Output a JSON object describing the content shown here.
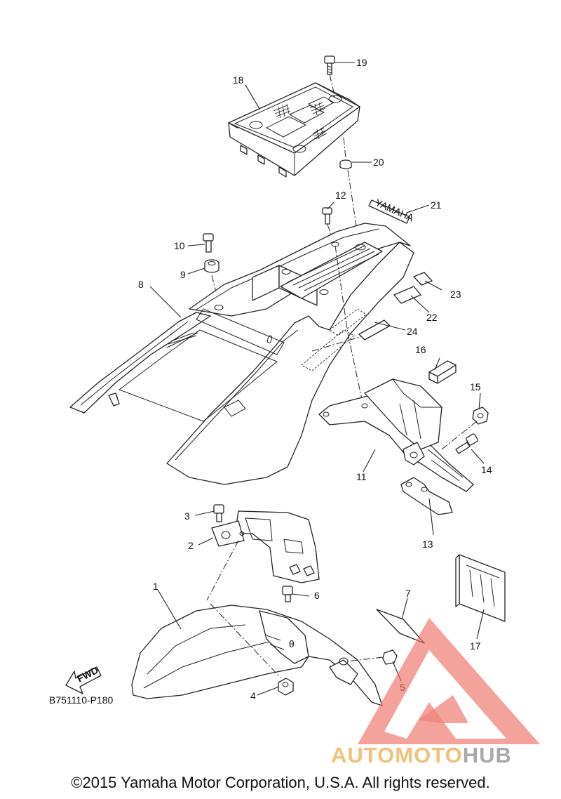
{
  "parts": [
    {
      "ref": "1"
    },
    {
      "ref": "2"
    },
    {
      "ref": "3"
    },
    {
      "ref": "4"
    },
    {
      "ref": "5"
    },
    {
      "ref": "6"
    },
    {
      "ref": "7"
    },
    {
      "ref": "8"
    },
    {
      "ref": "9"
    },
    {
      "ref": "10"
    },
    {
      "ref": "11"
    },
    {
      "ref": "12"
    },
    {
      "ref": "13"
    },
    {
      "ref": "14"
    },
    {
      "ref": "15"
    },
    {
      "ref": "16"
    },
    {
      "ref": "17"
    },
    {
      "ref": "18"
    },
    {
      "ref": "19"
    },
    {
      "ref": "20"
    },
    {
      "ref": "21"
    },
    {
      "ref": "22"
    },
    {
      "ref": "23"
    },
    {
      "ref": "24"
    }
  ],
  "diagram_code": "B751110-P180",
  "direction_arrow": "FWD",
  "emblem_text": "YAMAHA",
  "copyright": "©2015 Yamaha Motor Corporation, U.S.A. All rights reserved.",
  "watermark": {
    "part1": "AUTOMOTO",
    "part2": "HUB",
    "color_light": "#f2c07a",
    "color_dark": "#a9a9a9",
    "logo_color": "#ee6e64"
  }
}
